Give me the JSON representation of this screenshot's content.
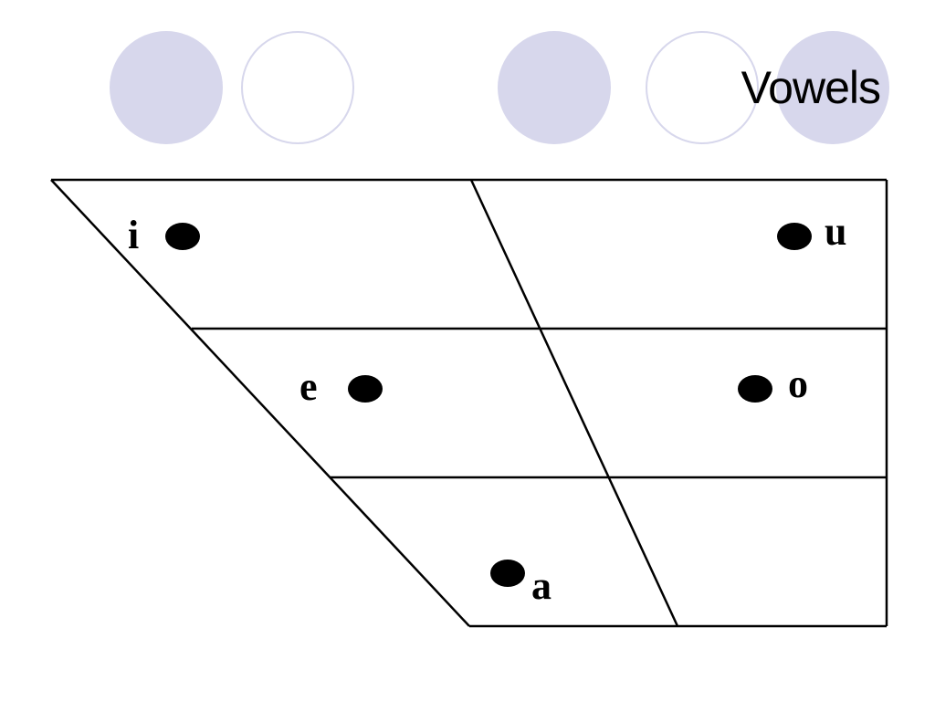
{
  "slide": {
    "title": "Vowels",
    "decoration_color": "#d7d7ec"
  },
  "vowel_chart": {
    "vowels": [
      {
        "symbol": "i",
        "position": "high-front"
      },
      {
        "symbol": "u",
        "position": "high-back"
      },
      {
        "symbol": "e",
        "position": "mid-front"
      },
      {
        "symbol": "o",
        "position": "mid-back"
      },
      {
        "symbol": "a",
        "position": "low-central"
      }
    ]
  }
}
